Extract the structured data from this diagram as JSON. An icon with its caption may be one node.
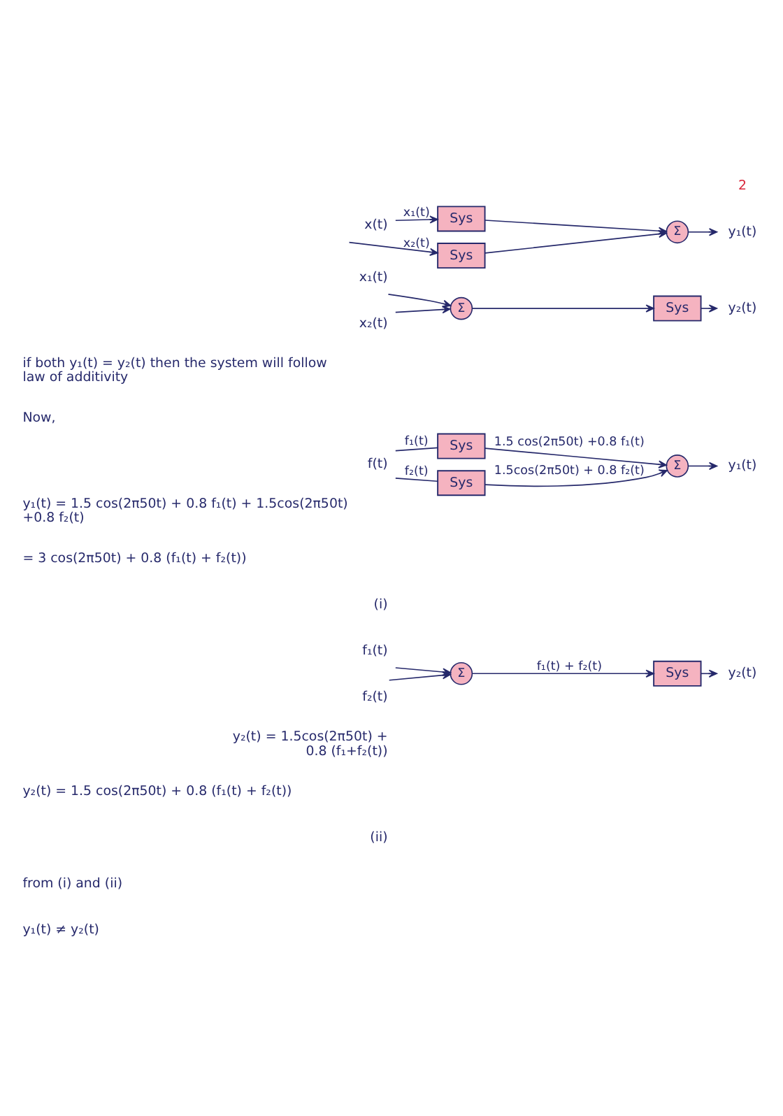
{
  "diagram": {
    "nodes": [
      {
        "text": [
          "x(t)"
        ]
      },
      {
        "text": [
          "Sys"
        ]
      },
      {
        "text": [
          "Sys"
        ]
      },
      {
        "text": [
          "Σ"
        ]
      },
      {
        "text": [
          "y₁(t)"
        ]
      },
      {
        "text": [
          "x₁(t)"
        ]
      },
      {
        "text": [
          "x₂(t)"
        ]
      },
      {
        "text": [
          "Σ"
        ]
      },
      {
        "text": [
          "Sys"
        ]
      },
      {
        "text": [
          "y₂(t)"
        ]
      },
      {
        "text": [
          "f(t)"
        ]
      },
      {
        "text": [
          "Sys"
        ]
      },
      {
        "text": [
          "Sys"
        ]
      },
      {
        "text": [
          "Σ"
        ]
      },
      {
        "text": [
          "y₁(t)"
        ]
      },
      {
        "text": [
          "f₁(t)"
        ]
      },
      {
        "text": [
          "f₂(t)"
        ]
      },
      {
        "text": [
          "Σ"
        ]
      },
      {
        "text": [
          "Sys"
        ]
      },
      {
        "text": [
          "y₂(t)"
        ]
      }
    ],
    "edges": [
      {
        "from": 0,
        "to": 1,
        "arrow": "to",
        "label": "x₁(t)"
      },
      {
        "from": 0,
        "to": 2,
        "arrow": "to",
        "label": "x₂(t)"
      },
      {
        "from": 1,
        "to": 3,
        "arrow": "to"
      },
      {
        "from": 2,
        "to": 3,
        "arrow": "to"
      },
      {
        "from": 3,
        "to": 4,
        "arrow": "to"
      },
      {
        "from": 5,
        "to": 7,
        "arrow": "to"
      },
      {
        "from": 6,
        "to": 7,
        "arrow": "to"
      },
      {
        "from": 7,
        "to": 8,
        "arrow": "to"
      },
      {
        "from": 8,
        "to": 9,
        "arrow": "to"
      },
      {
        "from": 10,
        "to": 11,
        "arrow": "none",
        "label": "f₁(t)"
      },
      {
        "from": 10,
        "to": 12,
        "arrow": "none",
        "label": "f₂(t)"
      },
      {
        "from": 11,
        "to": 13,
        "arrow": "to",
        "label": "1.5 cos(2π50t) +0.8 f₁(t)"
      },
      {
        "from": 12,
        "to": 13,
        "arrow": "to",
        "label": "1.5cos(2π50t) + 0.8 f₂(t)"
      },
      {
        "from": 13,
        "to": 14,
        "arrow": "to"
      },
      {
        "from": 15,
        "to": 17,
        "arrow": "to"
      },
      {
        "from": 16,
        "to": 17,
        "arrow": "to"
      },
      {
        "from": 17,
        "to": 18,
        "arrow": "to",
        "label": "f₁(t) + f₂(t)"
      },
      {
        "from": 18,
        "to": 19,
        "arrow": "to"
      }
    ],
    "labels": [
      "2",
      "if both y₁(t) = y₂(t) then the system will follow law of additivity",
      "Now,",
      "y₁(t) = 1.5 cos(2π50t) + 0.8 f₁(t) + 1.5cos(2π50t) +0.8 f₂(t)",
      "= 3 cos(2π50t) + 0.8 (f₁(t) + f₂(t))",
      "(i)",
      "y₂(t) = 1.5cos(2π50t) + 0.8 (f₁+f₂(t))",
      "y₂(t) = 1.5 cos(2π50t) + 0.8 (f₁(t) + f₂(t))",
      "(ii)",
      "from (i) and (ii)",
      "y₁(t) ≠ y₂(t)"
    ]
  }
}
